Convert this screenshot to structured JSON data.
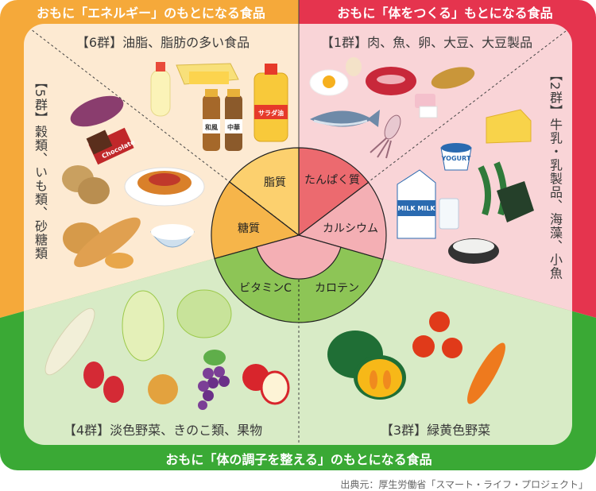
{
  "headers": {
    "energy": "おもに「エネルギー」のもとになる食品",
    "body": "おもに「体をつくる」もとになる食品",
    "condition": "おもに「体の調子を整える」のもとになる食品"
  },
  "groups": {
    "g1": "【1群】肉、魚、卵、大豆、大豆製品",
    "g2": "【2群】牛乳・乳製品、海藻、小魚",
    "g3": "【3群】緑黄色野菜",
    "g4": "【4群】淡色野菜、きのこ類、果物",
    "g5": "【5群】穀類、いも類、砂糖類",
    "g6": "【6群】油脂、脂肪の多い食品"
  },
  "nutrients": {
    "fat": "脂質",
    "protein": "たんぱく質",
    "carb": "糖質",
    "calcium": "カルシウム",
    "vitamin_c": "ビタミンC",
    "carotene": "カロテン"
  },
  "product_labels": {
    "salad_oil": "サラダ油",
    "wafu": "和風",
    "chuka": "中華",
    "yogurt": "YOGURT",
    "milk": "MILK MILK",
    "chocolate": "Chocolate"
  },
  "source": "出典元：厚生労働省「スマート・ライフ・プロジェクト」",
  "colors": {
    "energy": "#f5a93a",
    "body": "#e5344e",
    "condition": "#3aa935",
    "fat": "#fcd06e",
    "carb": "#f6b54a",
    "protein": "#ec6a6f",
    "calcium": "#f4afb4",
    "vitamins": "#8dc556"
  }
}
